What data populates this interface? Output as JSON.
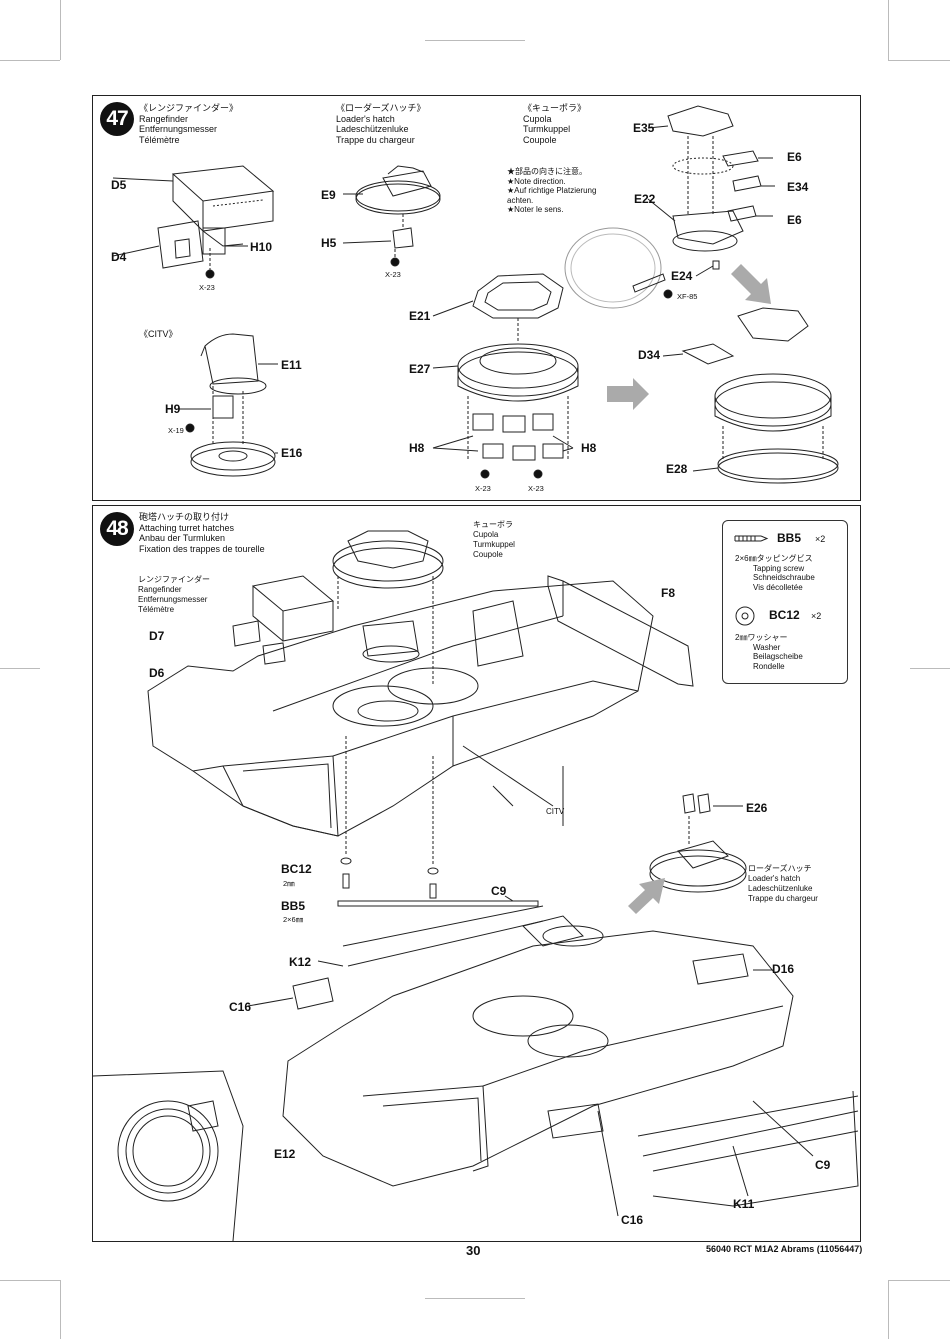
{
  "page": {
    "number": "30",
    "product": "56040 RCT M1A2 Abrams (11056447)"
  },
  "step47": {
    "number": "47",
    "rangefinder": {
      "jp": "《レンジファインダー》",
      "en": "Rangefinder",
      "de": "Entfernungsmesser",
      "fr": "Télémètre"
    },
    "loaders_hatch": {
      "jp": "《ローダーズハッチ》",
      "en": "Loader's hatch",
      "de": "Ladeschützenluke",
      "fr": "Trappe du chargeur"
    },
    "cupola": {
      "jp": "《キューポラ》",
      "en": "Cupola",
      "de": "Turmkuppel",
      "fr": "Coupole"
    },
    "citv": "《CITV》",
    "notes": [
      "★部品の向きに注意。",
      "★Note direction.",
      "★Auf richtige Platzierung",
      "achten.",
      "★Noter le sens."
    ],
    "parts": [
      "D5",
      "D4",
      "H10",
      "X-23",
      "E9",
      "H5",
      "X-23",
      "E21",
      "E27",
      "H8",
      "H8",
      "X-23",
      "X-23",
      "E35",
      "E6",
      "E34",
      "E6",
      "E22",
      "E24",
      "XF-85",
      "D34",
      "E28",
      "E11",
      "H9",
      "X-19",
      "E16"
    ]
  },
  "step48": {
    "number": "48",
    "title": {
      "jp": "砲塔ハッチの取り付け",
      "en": "Attaching turret hatches",
      "de": "Anbau der Turmluken",
      "fr": "Fixation des trappes de tourelle"
    },
    "cupola": {
      "jp": "キューボラ",
      "en": "Cupola",
      "de": "Turmkuppel",
      "fr": "Coupole"
    },
    "rangefinder": {
      "jp": "レンジファインダー",
      "en": "Rangefinder",
      "de": "Entfernungsmesser",
      "fr": "Télémètre"
    },
    "loaders_hatch": {
      "jp": "ローダーズハッチ",
      "en": "Loader's hatch",
      "de": "Ladeschützenluke",
      "fr": "Trappe du chargeur"
    },
    "parts": [
      "D7",
      "D6",
      "F8",
      "CITV",
      "E26",
      "BC12",
      "2㎜",
      "BB5",
      "2×6㎜",
      "C9",
      "K12",
      "D16",
      "C16",
      "E12",
      "C9",
      "K11",
      "C16"
    ],
    "hardware": {
      "bb5": {
        "code": "BB5",
        "qty": "×2",
        "jp": "2×6㎜タッピングビス",
        "en": "Tapping screw",
        "de": "Schneidschraube",
        "fr": "Vis décolletée"
      },
      "bc12": {
        "code": "BC12",
        "qty": "×2",
        "jp": "2㎜ワッシャー",
        "en": "Washer",
        "de": "Beilagscheibe",
        "fr": "Rondelle"
      }
    }
  }
}
